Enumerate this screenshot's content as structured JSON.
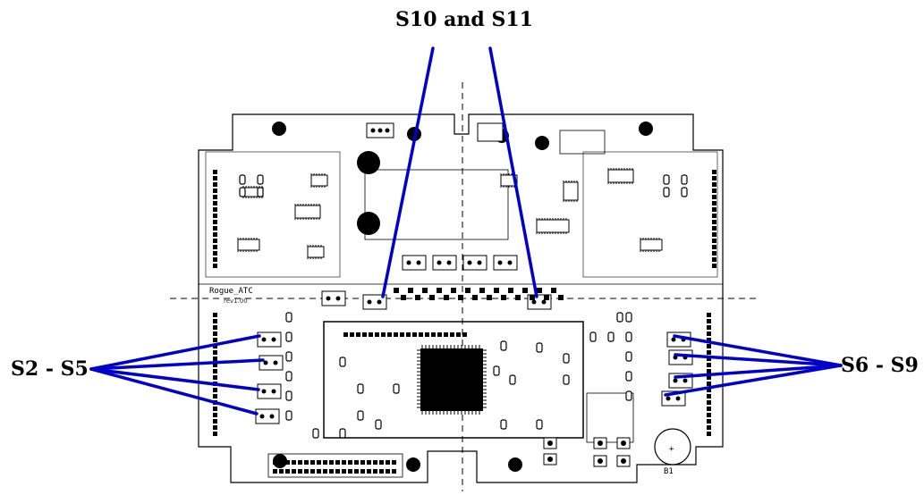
{
  "callouts": {
    "top": "S10 and S11",
    "left": "S2 - S5",
    "right": "S6 - S9"
  },
  "board": {
    "name": "Rogue_ATC",
    "revision": "rev1.00",
    "battery_label": "B1",
    "board_color": "#ffffff",
    "outline_color": "#000000",
    "callout_line_color": "#0000cc"
  }
}
